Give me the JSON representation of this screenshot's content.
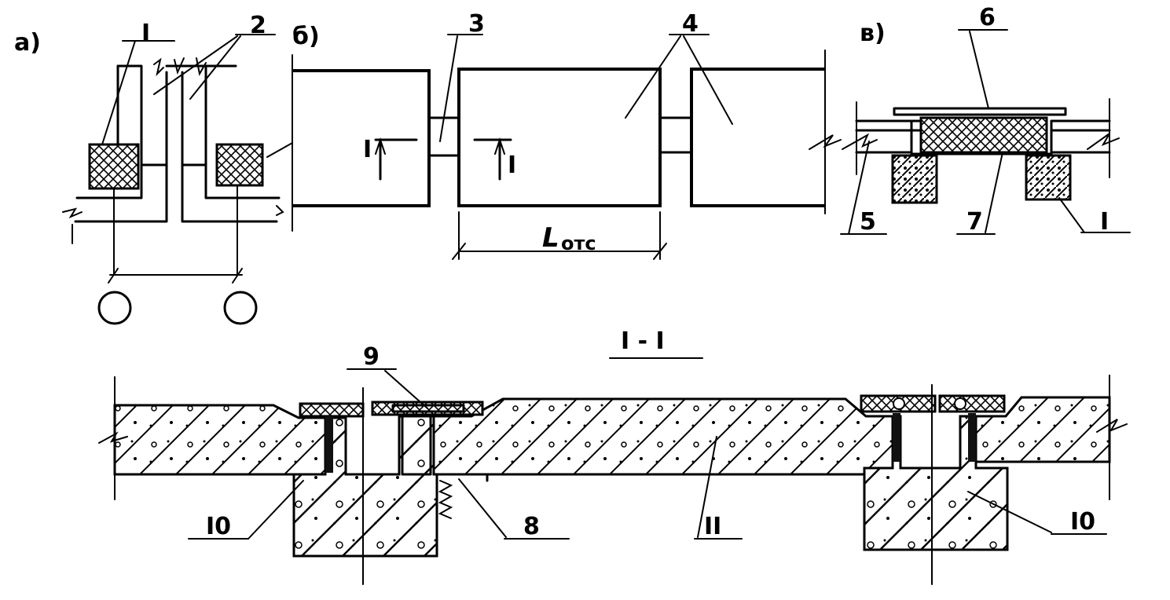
{
  "panels": {
    "a": "а)",
    "b": "б)",
    "v": "в)"
  },
  "callouts": {
    "c1": "I",
    "c2": "2",
    "c3": "3",
    "c4": "4",
    "c5": "5",
    "c6": "6",
    "c7": "7",
    "c1b": "I",
    "c8": "8",
    "c9": "9",
    "c10a": "I0",
    "c10b": "I0",
    "c11": "II"
  },
  "section_marks": {
    "left": "I",
    "right": "I"
  },
  "dimension": {
    "symbol": "L",
    "subscript": "отс"
  },
  "section_title": "I - I"
}
